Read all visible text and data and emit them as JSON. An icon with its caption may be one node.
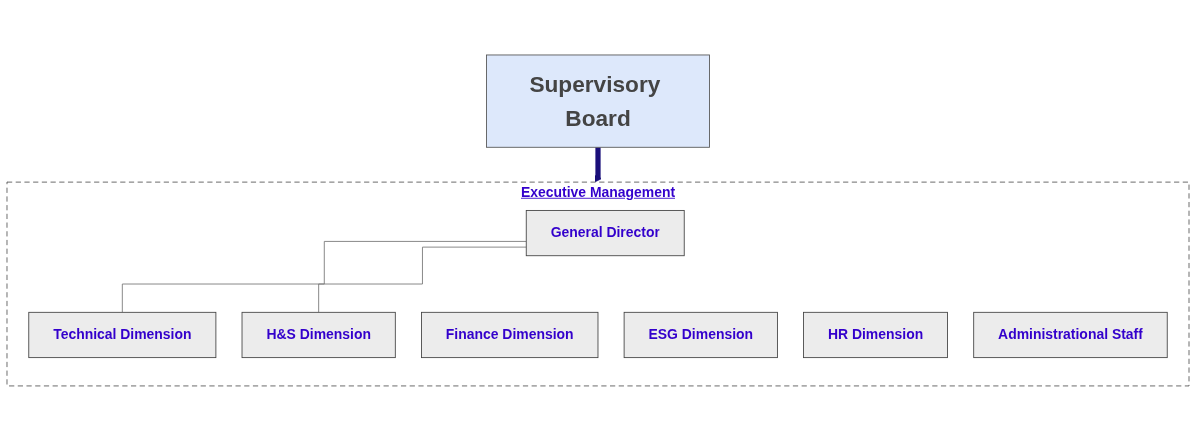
{
  "diagram": {
    "nodes": [
      {
        "text": [
          "Supervisory Board"
        ]
      },
      {
        "text": [
          "Executive Management"
        ]
      },
      {
        "text": [
          "General Director"
        ],
        "in": 1
      },
      {
        "text": [
          "Technical Dimension"
        ],
        "in": 1
      },
      {
        "text": [
          "Finance Dimension"
        ],
        "in": 1
      },
      {
        "text": [
          "ESG Dimension"
        ],
        "in": 1
      },
      {
        "text": [
          "HR Dimension"
        ],
        "in": 1
      },
      {
        "text": [
          "Administrational Staff"
        ],
        "in": 1
      },
      {
        "text": [
          "H&S Dimension"
        ],
        "in": 1
      }
    ],
    "edges": [
      {
        "from": 0,
        "to": 1,
        "arrow": "to",
        "style": "thick",
        "color": "#1a0f7a"
      },
      {
        "from": 2,
        "to": 3,
        "arrow": "none"
      },
      {
        "from": 2,
        "to": 8,
        "arrow": "none"
      }
    ]
  }
}
